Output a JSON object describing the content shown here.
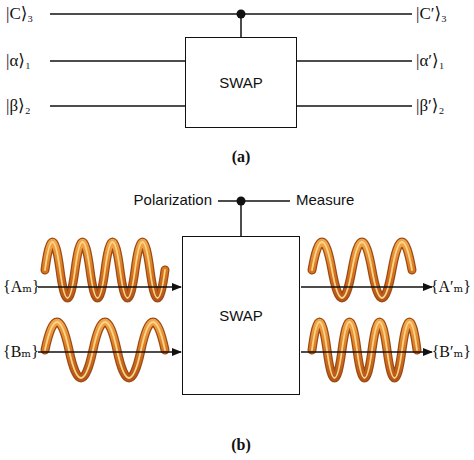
{
  "diagram": {
    "nodes": [
      {
        "text": [
          "SWAP"
        ]
      },
      {
        "text": [
          "SWAP"
        ]
      }
    ],
    "labels": [
      "|C⟩₃",
      "|α⟩₁",
      "|β⟩₂",
      "|C′⟩₃",
      "|α′⟩₁",
      "|β′⟩₂",
      "(a)",
      "Polarization",
      "Measure",
      "{Aₘ}",
      "{Bₘ}",
      "{A′ₘ}",
      "{B′ₘ}",
      "(b)"
    ]
  }
}
